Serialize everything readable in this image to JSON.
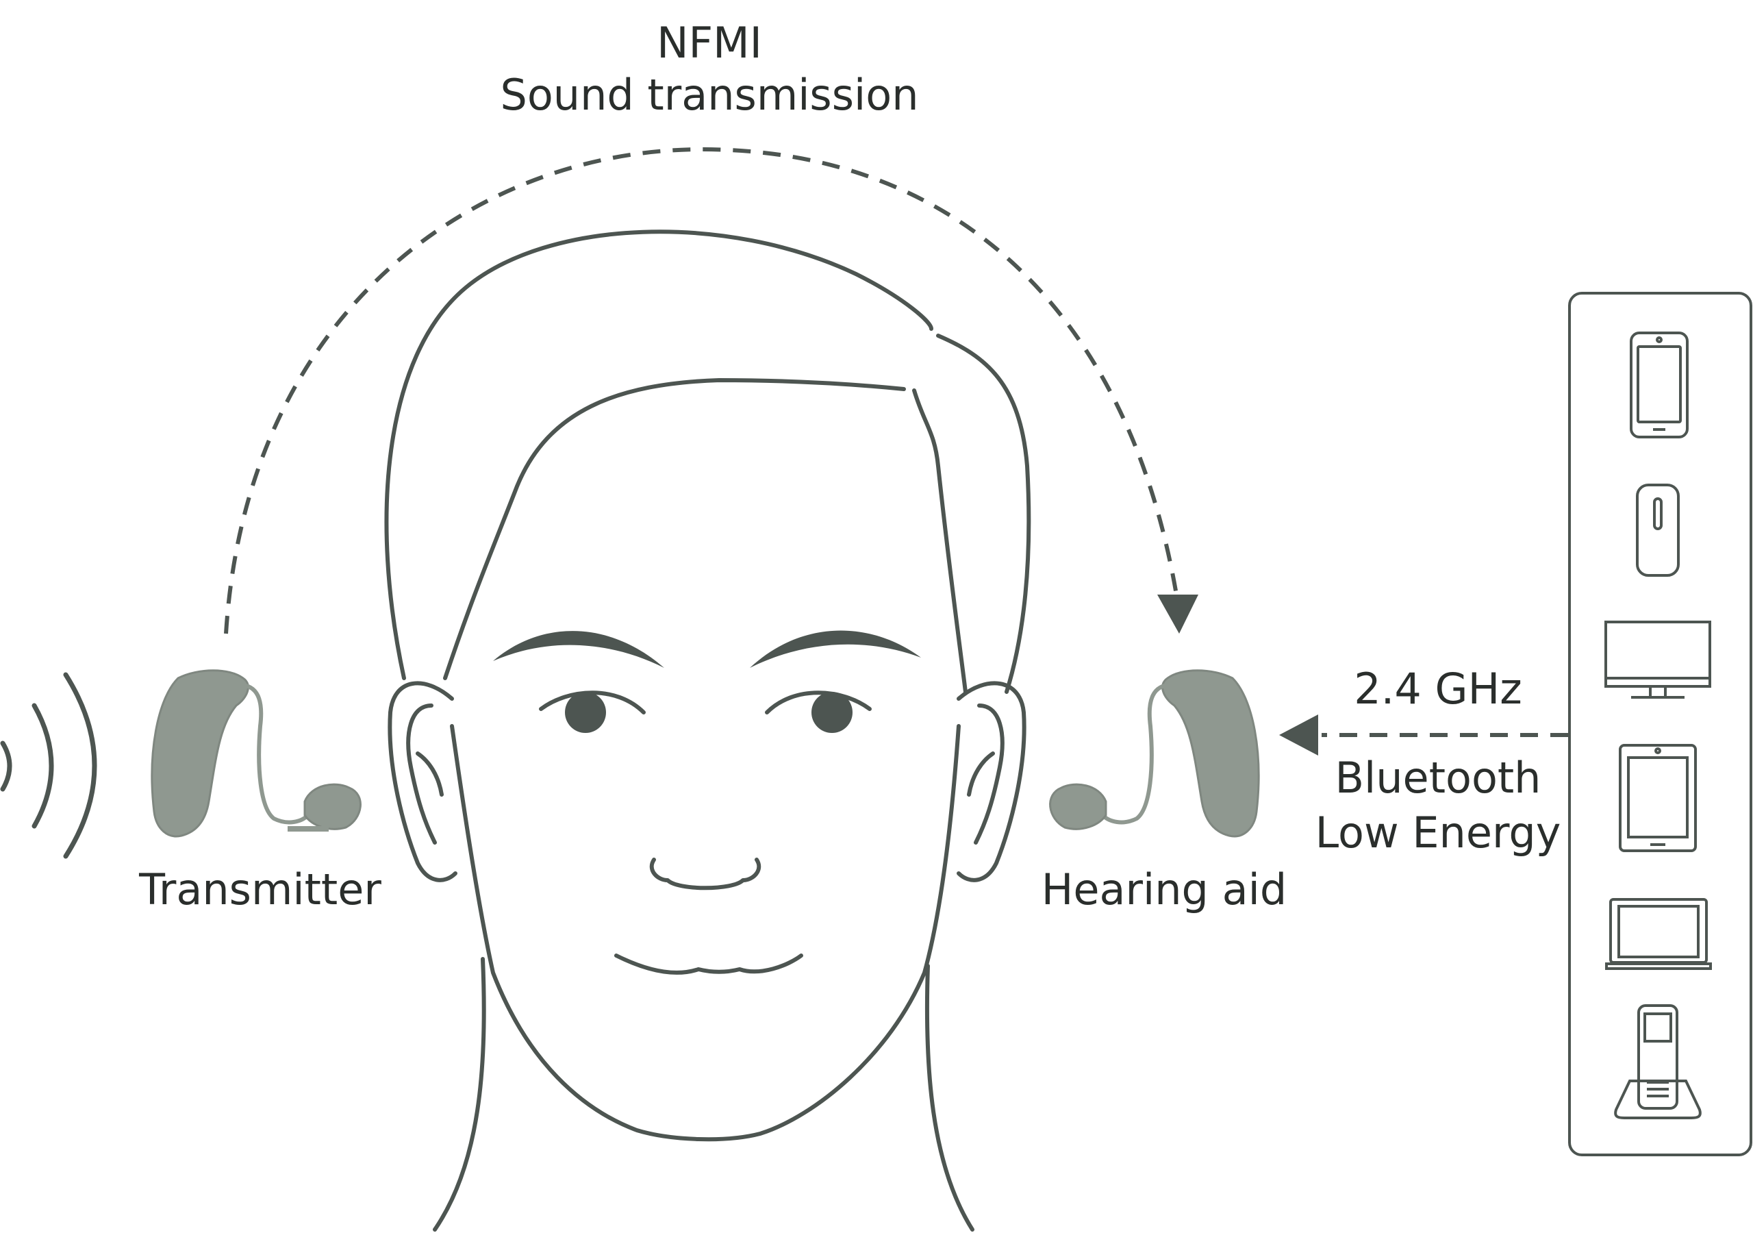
{
  "labels": {
    "nfmi": "NFMI",
    "sound_transmission": "Sound transmission",
    "transmitter": "Transmitter",
    "hearing_aid": "Hearing aid",
    "frequency": "2.4 GHz",
    "bluetooth_line1": "Bluetooth",
    "bluetooth_line2": "Low Energy"
  },
  "colors": {
    "line": "#4d5551",
    "device_fill": "#8f9890",
    "text": "#2a2e2c"
  },
  "devices": [
    "smartphone-icon",
    "remote-control-icon",
    "tv-monitor-icon",
    "tablet-icon",
    "laptop-icon",
    "cordless-phone-icon"
  ]
}
